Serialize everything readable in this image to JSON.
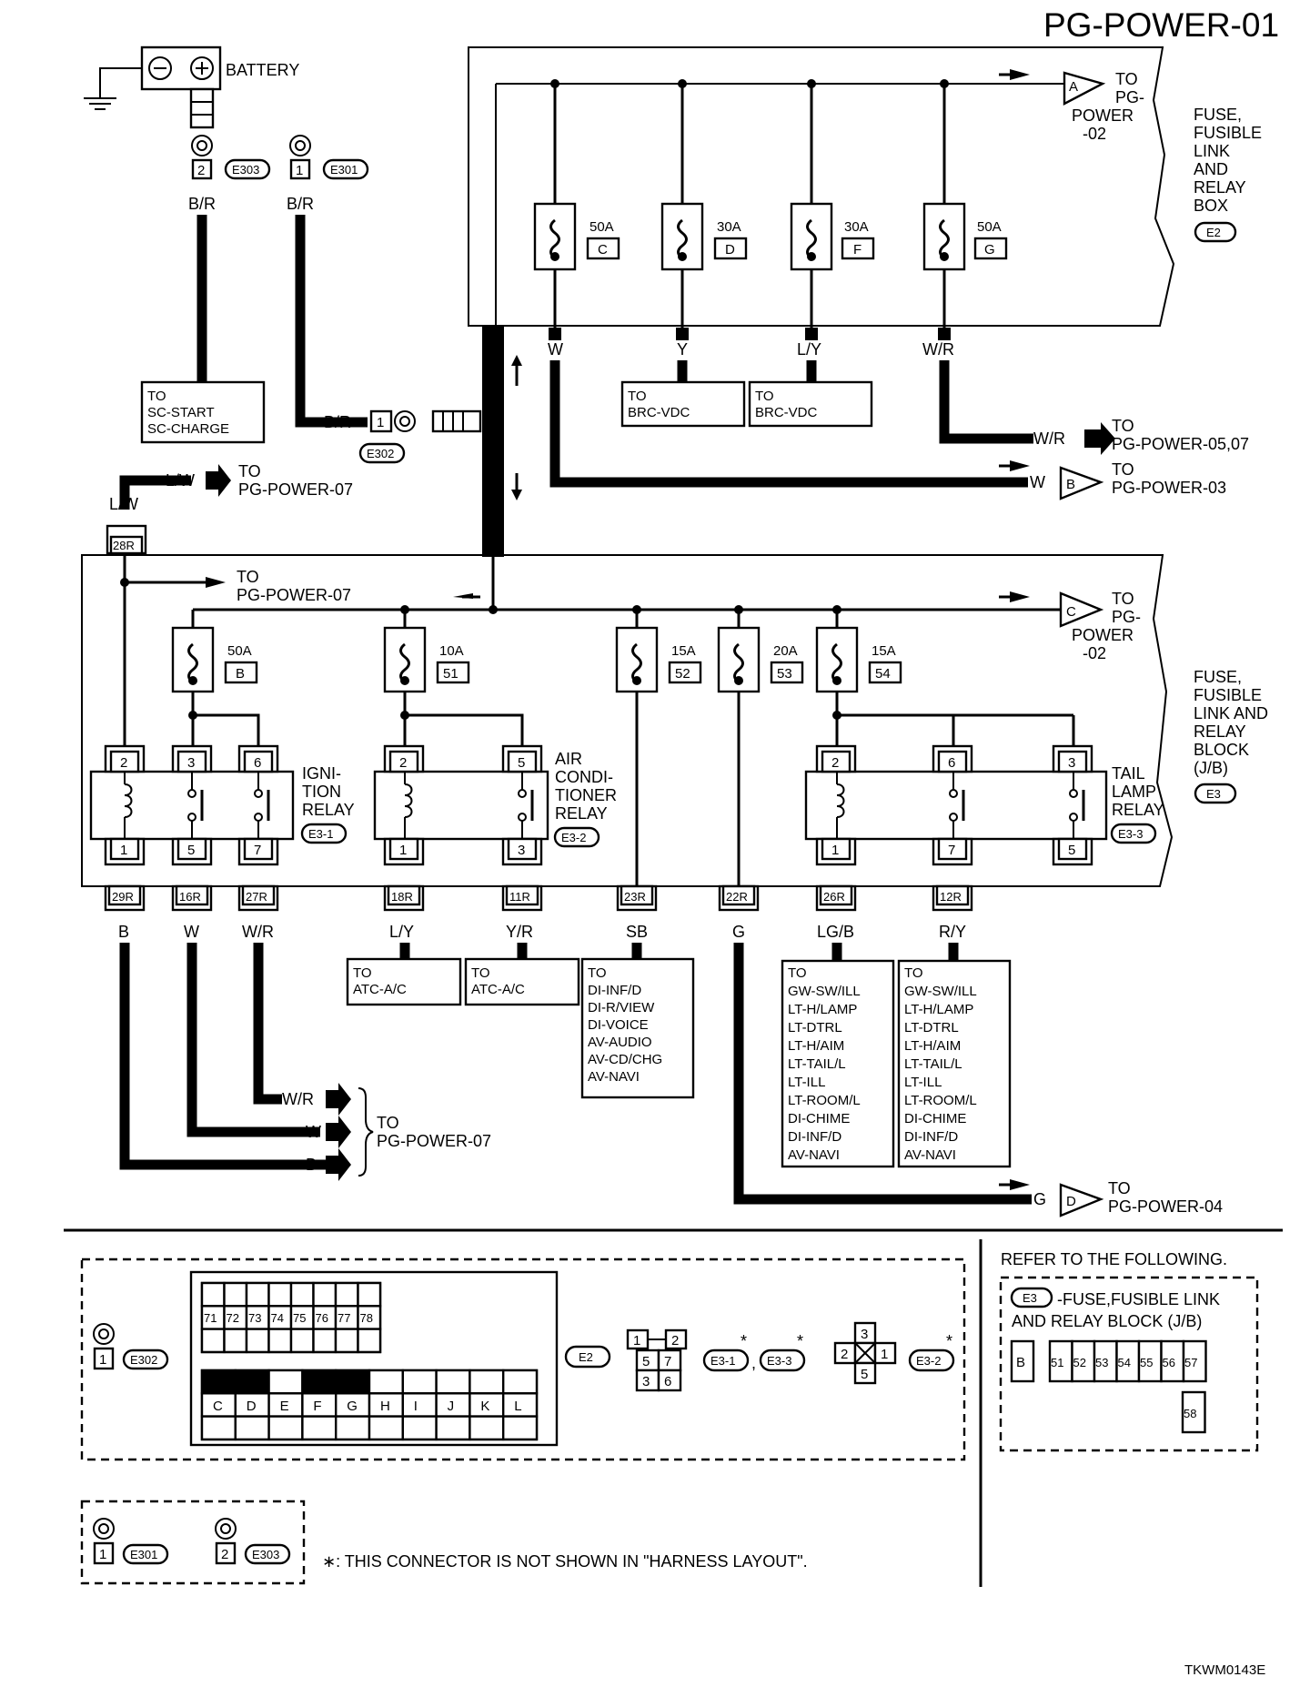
{
  "page_title": "PG-POWER-01",
  "figure_code": "TKWM0143E",
  "battery": {
    "label": "BATTERY",
    "neg": "⊖",
    "pos": "⊕"
  },
  "top": {
    "e303_term": "2",
    "e303": "E303",
    "e301_term": "1",
    "e301": "E301",
    "wire_br1": "B/R",
    "wire_br2": "B/R",
    "to_sc": [
      "TO",
      "SC-START",
      "SC-CHARGE"
    ],
    "e302_wire": "B/R",
    "e302_term": "1",
    "e302": "E302"
  },
  "fuse_box_e2": {
    "label_lines": [
      "FUSE,",
      "FUSIBLE",
      "LINK",
      "AND",
      "RELAY",
      "BOX"
    ],
    "connector": "E2",
    "to_a": {
      "letter": "A",
      "lines": [
        "TO",
        "PG-",
        "POWER",
        "-02"
      ]
    },
    "fuses": [
      {
        "amp": "50A",
        "id": "C",
        "wire": "W"
      },
      {
        "amp": "30A",
        "id": "D",
        "wire": "Y"
      },
      {
        "amp": "30A",
        "id": "F",
        "wire": "L/Y"
      },
      {
        "amp": "50A",
        "id": "G",
        "wire": "W/R"
      }
    ],
    "to_brc1": [
      "TO",
      "BRC-VDC"
    ],
    "to_brc2": [
      "TO",
      "BRC-VDC"
    ],
    "to_wr": {
      "wire": "W/R",
      "lines": [
        "TO",
        "PG-POWER-05,07"
      ]
    },
    "to_b": {
      "wire": "W",
      "letter": "B",
      "lines": [
        "TO",
        "PG-POWER-03"
      ]
    }
  },
  "lw": {
    "wire": "L/W",
    "to_lines": [
      "TO",
      "PG-POWER-07"
    ],
    "wire2": "L/W",
    "term": "28R"
  },
  "jb_e3": {
    "label_lines": [
      "FUSE,",
      "FUSIBLE",
      "LINK AND",
      "RELAY",
      "BLOCK",
      "(J/B)"
    ],
    "connector": "E3",
    "to_top": [
      "TO",
      "PG-POWER-07"
    ],
    "to_c": {
      "letter": "C",
      "lines": [
        "TO",
        "PG-",
        "POWER",
        "-02"
      ]
    },
    "fuses": [
      {
        "amp": "50A",
        "id": "B"
      },
      {
        "amp": "10A",
        "id": "51"
      },
      {
        "amp": "15A",
        "id": "52"
      },
      {
        "amp": "20A",
        "id": "53"
      },
      {
        "amp": "15A",
        "id": "54"
      }
    ],
    "ign_relay": {
      "lines": [
        "IGNI-",
        "TION",
        "RELAY"
      ],
      "conn": "E3-1",
      "pins_top": [
        "2",
        "3",
        "6"
      ],
      "pins_bot": [
        "1",
        "5",
        "7"
      ]
    },
    "ac_relay": {
      "lines": [
        "AIR",
        "CONDI-",
        "TIONER",
        "RELAY"
      ],
      "conn": "E3-2",
      "pins_top": [
        "2",
        "5"
      ],
      "pins_bot": [
        "1",
        "3"
      ]
    },
    "tail_relay": {
      "lines": [
        "TAIL",
        "LAMP",
        "RELAY"
      ],
      "conn": "E3-3",
      "pins_top": [
        "2",
        "6",
        "3"
      ],
      "pins_bot": [
        "1",
        "7",
        "5"
      ]
    }
  },
  "bottom_wires": [
    {
      "term": "29R",
      "wire": "B"
    },
    {
      "term": "16R",
      "wire": "W"
    },
    {
      "term": "27R",
      "wire": "W/R"
    },
    {
      "term": "18R",
      "wire": "L/Y"
    },
    {
      "term": "11R",
      "wire": "Y/R"
    },
    {
      "term": "23R",
      "wire": "SB"
    },
    {
      "term": "22R",
      "wire": "G"
    },
    {
      "term": "26R",
      "wire": "LG/B"
    },
    {
      "term": "12R",
      "wire": "R/Y"
    }
  ],
  "to_atc1": [
    "TO",
    "ATC-A/C"
  ],
  "to_atc2": [
    "TO",
    "ATC-A/C"
  ],
  "to_sb": [
    "TO",
    "DI-INF/D",
    "DI-R/VIEW",
    "DI-VOICE",
    "AV-AUDIO",
    "AV-CD/CHG",
    "AV-NAVI"
  ],
  "to_lgb": [
    "TO",
    "GW-SW/ILL",
    "LT-H/LAMP",
    "LT-DTRL",
    "LT-H/AIM",
    "LT-TAIL/L",
    "LT-ILL",
    "LT-ROOM/L",
    "DI-CHIME",
    "DI-INF/D",
    "AV-NAVI"
  ],
  "to_ry": [
    "TO",
    "GW-SW/ILL",
    "LT-H/LAMP",
    "LT-DTRL",
    "LT-H/AIM",
    "LT-TAIL/L",
    "LT-ILL",
    "LT-ROOM/L",
    "DI-CHIME",
    "DI-INF/D",
    "AV-NAVI"
  ],
  "out_wr": "W/R",
  "out_w": "W",
  "out_b": "B",
  "to_pg07_lines": [
    "TO",
    "PG-POWER-07"
  ],
  "to_d": {
    "wire": "G",
    "letter": "D",
    "lines": [
      "TO",
      "PG-POWER-04"
    ]
  },
  "legend": {
    "e302_term": "1",
    "e302": "E302",
    "e2_grid_top": [
      "71",
      "72",
      "73",
      "74",
      "75",
      "76",
      "77",
      "78"
    ],
    "e2_grid_letters": [
      "C",
      "D",
      "E",
      "F",
      "G",
      "H",
      "I",
      "J",
      "K",
      "L"
    ],
    "e2": "E2",
    "relay_pins_a": [
      "1",
      "2",
      "5",
      "7",
      "3",
      "6"
    ],
    "e31": "E3-1",
    "comma": ",",
    "e33": "E3-3",
    "star": "*",
    "relay_pins_b": [
      "3",
      "2",
      "1",
      "5"
    ],
    "e32": "E3-2",
    "e301_term": "1",
    "e301": "E301",
    "e303_term": "2",
    "e303": "E303",
    "note": "∗: THIS CONNECTOR IS NOT SHOWN IN \"HARNESS LAYOUT\".",
    "refer": "REFER TO THE FOLLOWING.",
    "refer_e3": "E3",
    "refer_line1": "-FUSE,FUSIBLE LINK",
    "refer_line2": "AND RELAY BLOCK (J/B)",
    "refer_cells": [
      "B",
      "51",
      "52",
      "53",
      "54",
      "55",
      "56",
      "57",
      "58"
    ]
  }
}
